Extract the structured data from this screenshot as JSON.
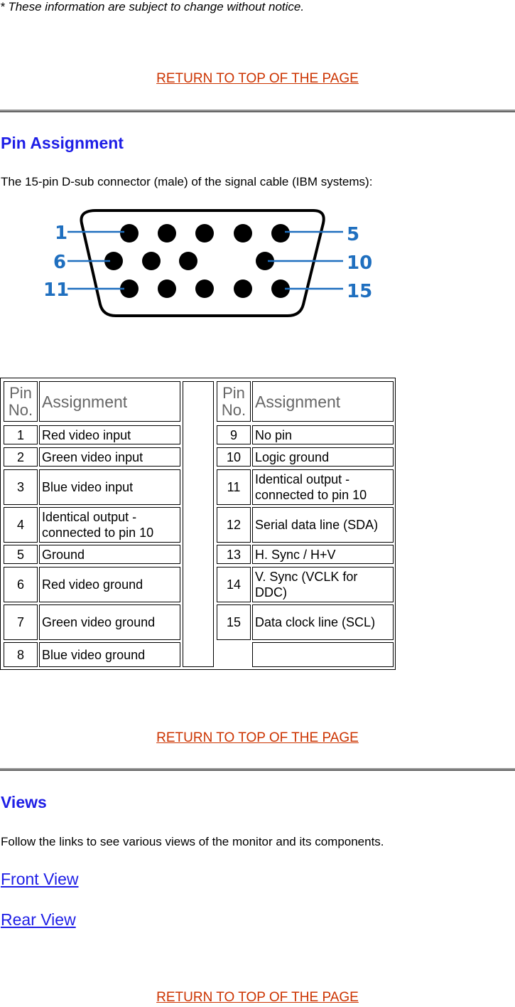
{
  "notice": "* These information are subject to change without notice.",
  "return_link": "RETURN TO TOP OF THE PAGE",
  "pin_section": {
    "heading": "Pin Assignment",
    "description": "The 15-pin D-sub connector (male) of the signal cable (IBM systems):",
    "diagram_labels": {
      "pin1": "1",
      "pin5": "5",
      "pin6": "6",
      "pin10": "10",
      "pin11": "11",
      "pin15": "15"
    },
    "diagram_color": "#1f6fbf"
  },
  "pin_table": {
    "headers": {
      "pin": "Pin No.",
      "assignment": "Assignment"
    },
    "left": [
      {
        "pin": "1",
        "assignment": "Red video input"
      },
      {
        "pin": "2",
        "assignment": "Green video input"
      },
      {
        "pin": "3",
        "assignment": "Blue video input"
      },
      {
        "pin": "4",
        "assignment": "Identical output - connected to pin 10"
      },
      {
        "pin": "5",
        "assignment": "Ground"
      },
      {
        "pin": "6",
        "assignment": "Red video ground"
      },
      {
        "pin": "7",
        "assignment": "Green video ground"
      },
      {
        "pin": "8",
        "assignment": "Blue video ground"
      }
    ],
    "right": [
      {
        "pin": "9",
        "assignment": "No pin"
      },
      {
        "pin": "10",
        "assignment": "Logic ground"
      },
      {
        "pin": "11",
        "assignment": "Identical output - connected to pin 10"
      },
      {
        "pin": "12",
        "assignment": "Serial data line (SDA)"
      },
      {
        "pin": "13",
        "assignment": "H. Sync / H+V"
      },
      {
        "pin": "14",
        "assignment": "V. Sync (VCLK for DDC)"
      },
      {
        "pin": "15",
        "assignment": "Data clock line (SCL)"
      }
    ]
  },
  "views_section": {
    "heading": "Views",
    "description": "Follow the links to see various views of the monitor and its components.",
    "links": [
      "Front View",
      "Rear View"
    ]
  }
}
